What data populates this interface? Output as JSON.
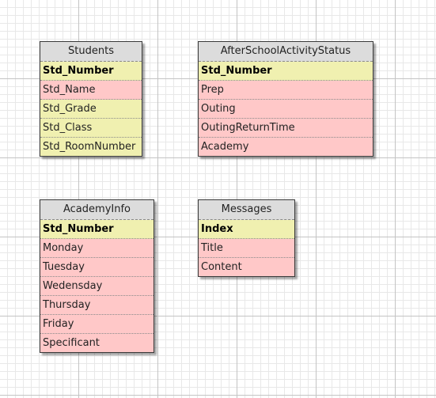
{
  "entities": {
    "students": {
      "name": "Students",
      "fields": [
        {
          "name": "Std_Number",
          "key": true,
          "color": "#f0f0b0"
        },
        {
          "name": "Std_Name",
          "key": false,
          "color": "#ffc8c8"
        },
        {
          "name": "Std_Grade",
          "key": false,
          "color": "#f0f0b0"
        },
        {
          "name": "Std_Class",
          "key": false,
          "color": "#f0f0b0"
        },
        {
          "name": "Std_RoomNumber",
          "key": false,
          "color": "#f0f0b0"
        }
      ]
    },
    "after_school": {
      "name": "AfterSchoolActivityStatus",
      "fields": [
        {
          "name": "Std_Number",
          "key": true,
          "color": "#f0f0b0"
        },
        {
          "name": "Prep",
          "key": false,
          "color": "#ffc8c8"
        },
        {
          "name": "Outing",
          "key": false,
          "color": "#ffc8c8"
        },
        {
          "name": "OutingReturnTime",
          "key": false,
          "color": "#ffc8c8"
        },
        {
          "name": "Academy",
          "key": false,
          "color": "#ffc8c8"
        }
      ]
    },
    "academy_info": {
      "name": "AcademyInfo",
      "fields": [
        {
          "name": "Std_Number",
          "key": true,
          "color": "#f0f0b0"
        },
        {
          "name": "Monday",
          "key": false,
          "color": "#ffc8c8"
        },
        {
          "name": "Tuesday",
          "key": false,
          "color": "#ffc8c8"
        },
        {
          "name": "Wedensday",
          "key": false,
          "color": "#ffc8c8"
        },
        {
          "name": "Thursday",
          "key": false,
          "color": "#ffc8c8"
        },
        {
          "name": "Friday",
          "key": false,
          "color": "#ffc8c8"
        },
        {
          "name": "Specificant",
          "key": false,
          "color": "#ffc8c8"
        }
      ]
    },
    "messages": {
      "name": "Messages",
      "fields": [
        {
          "name": "Index",
          "key": true,
          "color": "#f0f0b0"
        },
        {
          "name": "Title",
          "key": false,
          "color": "#ffc8c8"
        },
        {
          "name": "Content",
          "key": false,
          "color": "#ffc8c8"
        }
      ]
    }
  },
  "colors": {
    "key_field": "#f0f0b0",
    "attribute_field": "#ffc8c8",
    "header": "#dcdcdc",
    "grid_major": "#c4c4c4",
    "grid_minor": "#e8e8e8"
  }
}
